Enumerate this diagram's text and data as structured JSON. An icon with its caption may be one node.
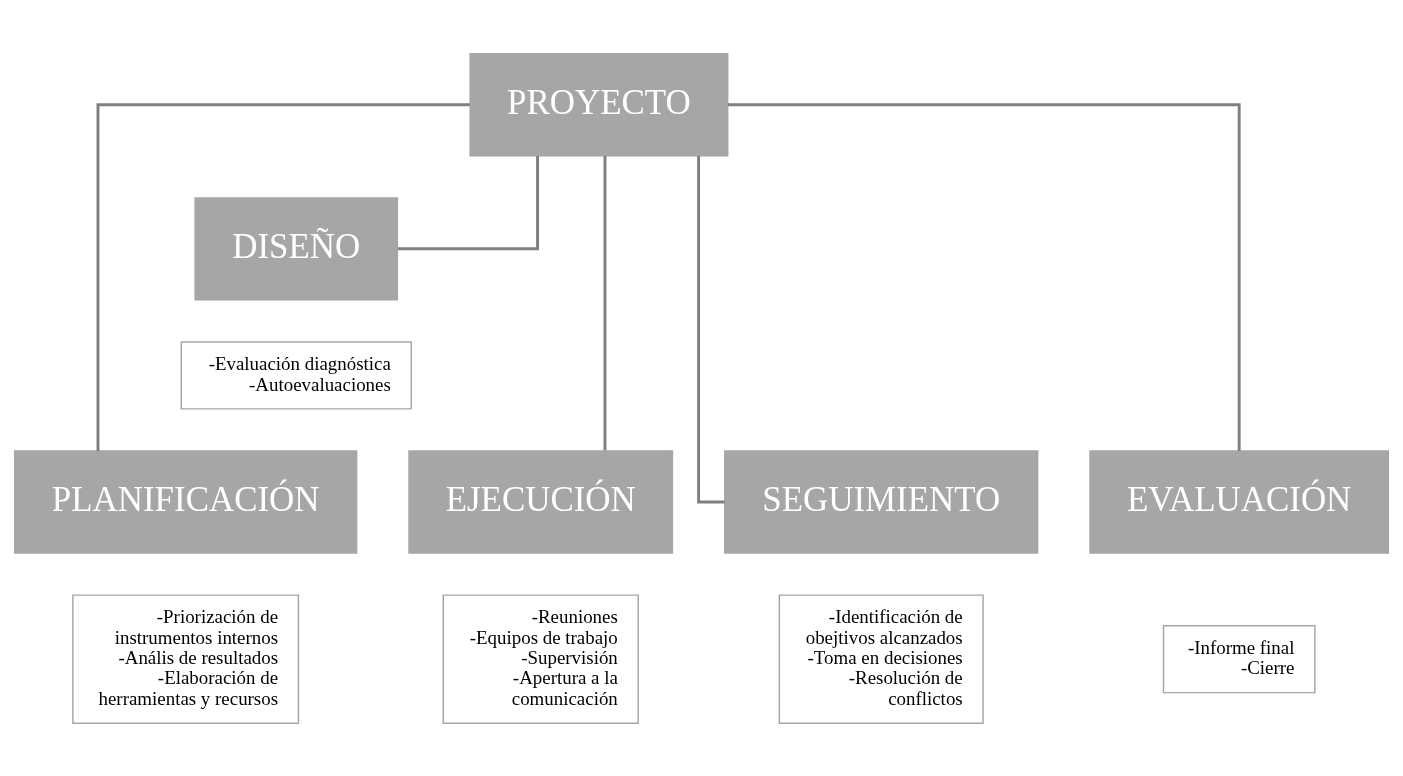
{
  "diagram": {
    "nodes": [
      {
        "text": [
          "PROYECTO"
        ]
      },
      {
        "text": [
          "DISEÑO"
        ]
      },
      {
        "text": [
          "-Evaluación diagnóstica",
          "-Autoevaluaciones"
        ]
      },
      {
        "text": [
          "PLANIFICACIÓN"
        ]
      },
      {
        "text": [
          "-Priorización de instrumentos internos",
          "-Anális de resultados",
          "-Elaboración de herramientas y recursos"
        ]
      },
      {
        "text": [
          "EJECUCIÓN"
        ]
      },
      {
        "text": [
          "-Reuniones",
          "-Equipos de trabajo",
          "-Supervisión",
          "-Apertura a la comunicación"
        ]
      },
      {
        "text": [
          "SEGUIMIENTO"
        ]
      },
      {
        "text": [
          "-Identificación de obejtivos alcanzados",
          "-Toma en decisiones",
          "-Resolución de conflictos"
        ]
      },
      {
        "text": [
          "EVALUACIÓN"
        ]
      },
      {
        "text": [
          "-Informe final",
          "-Cierre"
        ]
      }
    ],
    "edges": [
      {
        "from": 0,
        "to": 1,
        "arrow": "none"
      },
      {
        "from": 0,
        "to": 3,
        "arrow": "none"
      },
      {
        "from": 0,
        "to": 5,
        "arrow": "none"
      },
      {
        "from": 0,
        "to": 7,
        "arrow": "none"
      },
      {
        "from": 0,
        "to": 9,
        "arrow": "none"
      }
    ]
  }
}
